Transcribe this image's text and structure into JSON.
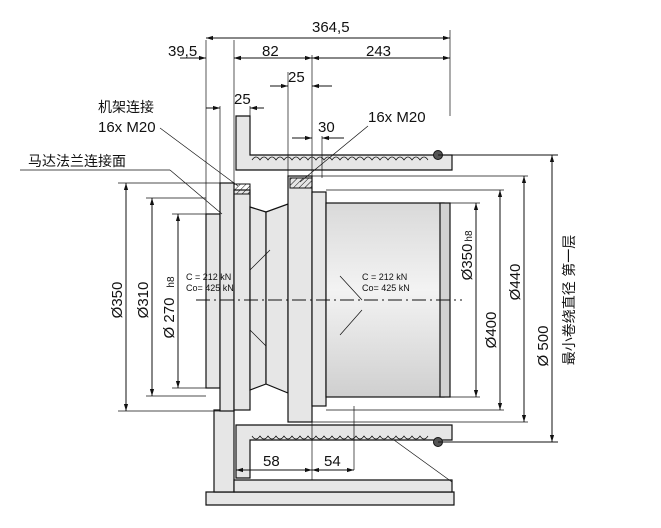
{
  "dimensions": {
    "overall_length": "364,5",
    "flange_offset": "39,5",
    "length_82": "82",
    "length_243": "243",
    "length_25_top": "25",
    "length_25_left": "25",
    "length_30": "30",
    "length_58": "58",
    "length_54": "54"
  },
  "diameters": {
    "d350": "Ø350",
    "d310": "Ø310",
    "d270": "Ø 270",
    "d270_fit": "h8",
    "d350_right": "Ø350",
    "d350_right_fit": "h8",
    "d400": "Ø400",
    "d440": "Ø440",
    "d500": "Ø 500"
  },
  "labels": {
    "frame_connection": "机架连接",
    "frame_bolts": "16x M20",
    "motor_flange": "马达法兰连接面",
    "motor_bolts": "16x M20",
    "min_drum_diameter": "最小卷绕直径 第一层"
  },
  "load_left": {
    "c": "C  = 212 kN",
    "co": "Co= 425 kN"
  },
  "load_right": {
    "c": "C  = 212 kN",
    "co": "Co= 425 kN"
  },
  "colors": {
    "part_fill": "#e6e6e6",
    "part_shade": "#d2d2d2",
    "line": "#111111"
  }
}
